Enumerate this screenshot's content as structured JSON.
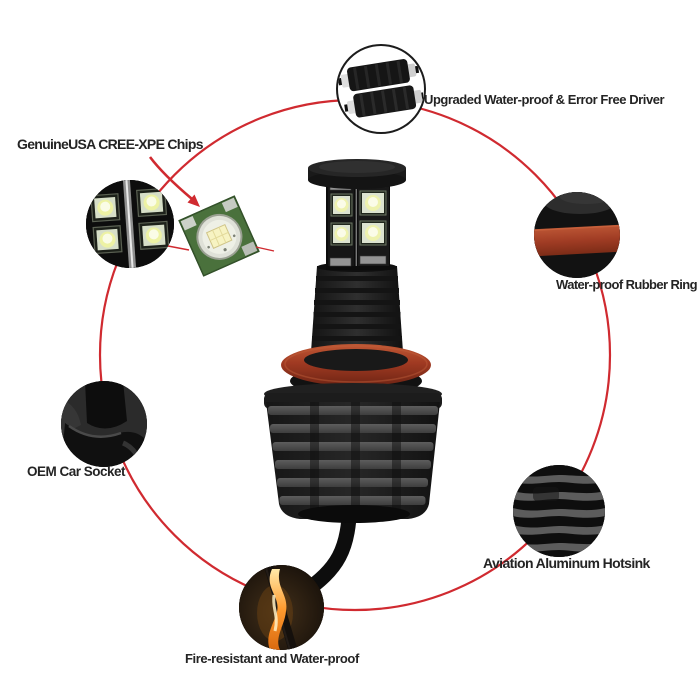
{
  "page": {
    "background": "#ffffff",
    "description": "annotated product callout diagram of an LED car bulb"
  },
  "colors": {
    "accent_red": "#d02a30",
    "label_text": "#242424",
    "rubber_ring_red": "#a8432a",
    "pcb_green": "#4a713c",
    "flame_orange": "#ff9a2e",
    "product_black": "#151515"
  },
  "product": {
    "image": "led-bulb-with-cree-chips-heatsink-and-cable"
  },
  "callouts": {
    "chips": {
      "label": "GenuineUSA CREE-XPE Chips",
      "image": "cree-xpe-led-chips-closeup",
      "inset_image": "cree-xpe-chip-on-green-pcb"
    },
    "driver": {
      "label": "Upgraded Water-proof & Error Free Driver",
      "image": "waterproof-driver-modules"
    },
    "rubber": {
      "label": "Water-proof Rubber Ring",
      "image": "rubber-ring-closeup"
    },
    "socket": {
      "label": "OEM Car Socket",
      "image": "oem-car-socket-closeup"
    },
    "hotsink": {
      "label": "Aviation Aluminum Hotsink",
      "image": "aluminum-heatsink-fins-closeup"
    },
    "fire": {
      "label": "Fire-resistant and Water-proof",
      "image": "flame-on-cable-closeup"
    }
  }
}
